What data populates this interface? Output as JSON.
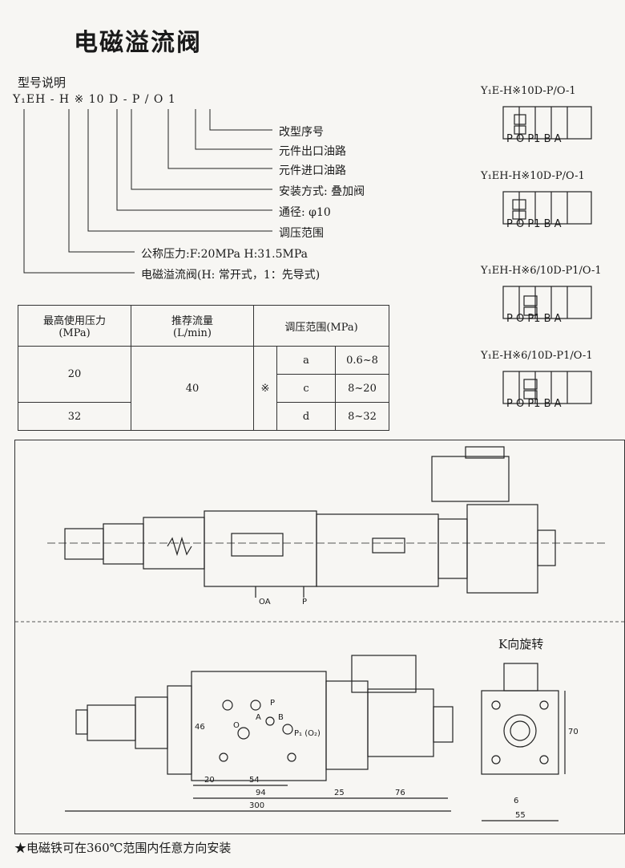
{
  "title": "电磁溢流阀",
  "model_heading": "型号说明",
  "model_code": "Y₁EH - H ※ 10 D - P / O 1",
  "model_items": [
    "改型序号",
    "元件出口油路",
    "元件进口油路",
    "安装方式: 叠加阀",
    "通径: φ10",
    "调压范围",
    "公称压力:F:20MPa    H:31.5MPa",
    "电磁溢流阀(H: 常开式，1：先导式)"
  ],
  "table": {
    "col1_header": "最高使用压力",
    "col1_unit": "(MPa)",
    "col2_header": "推荐流量",
    "col2_unit": "(L/min)",
    "col3_header": "调压范围(MPa)",
    "pressures": [
      "20",
      "32"
    ],
    "flow": "40",
    "mark": "※",
    "codes": [
      "a",
      "c",
      "d"
    ],
    "ranges": [
      "0.6~8",
      "8~20",
      "8~32"
    ]
  },
  "symbols": [
    {
      "title": "Y₁E-H※10D-P/O-1",
      "ports": "P   O  P1  B   A"
    },
    {
      "title": "Y₁EH-H※10D-P/O-1",
      "ports": "P   O  P1  B   A"
    },
    {
      "title": "Y₁EH-H※6/10D-P1/O-1",
      "ports": "P   O  P1  B   A"
    },
    {
      "title": "Y₁E-H※6/10D-P1/O-1",
      "ports": "P   O  P1  B   A"
    }
  ],
  "drawing": {
    "port_labels_top": [
      "OA",
      "P"
    ],
    "face_ports": [
      "P",
      "A",
      "O",
      "B",
      "P₁ (O₂)"
    ],
    "dims": [
      "20",
      "54",
      "94",
      "25",
      "76",
      "300",
      "46"
    ],
    "k_title": "K向旋转",
    "k_dims": [
      "70",
      "6",
      "55"
    ]
  },
  "note": "★电磁铁可在360℃范围内任意方向安装"
}
